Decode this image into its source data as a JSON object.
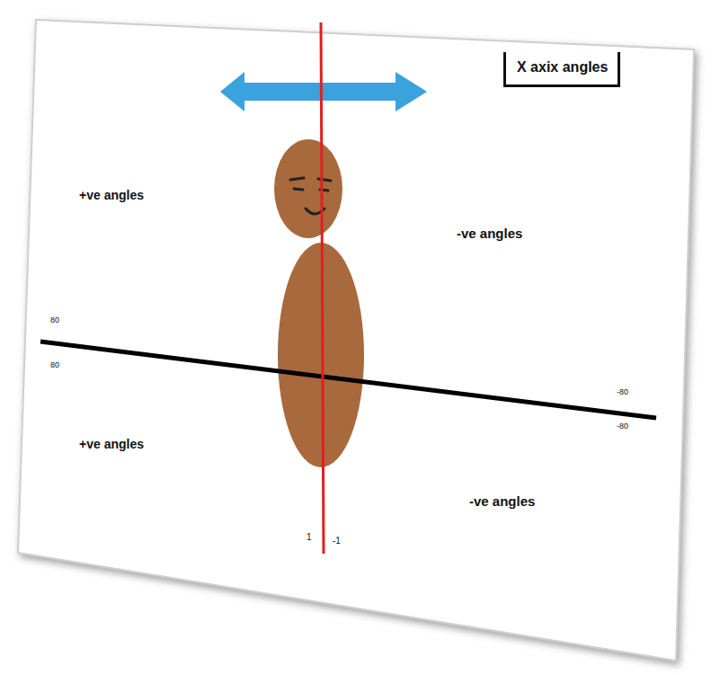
{
  "diagram": {
    "nodes": [
      {
        "text": [
          "X axix angles"
        ]
      }
    ],
    "labels": [
      "+ve angles",
      "-ve angles",
      "80",
      "80",
      "-80",
      "-80",
      "+ve angles",
      "-ve angles",
      "1",
      "-1"
    ]
  }
}
